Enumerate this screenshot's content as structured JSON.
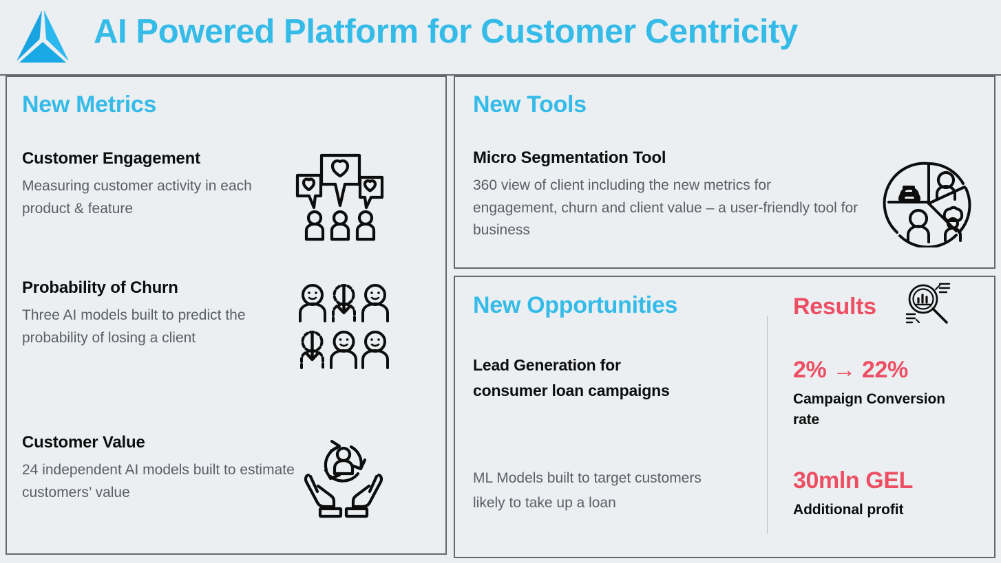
{
  "header": {
    "title": "AI Powered Platform for Customer Centricity",
    "logo_name": "tbc-triangle-logo",
    "accent_color": "#35bbe8",
    "rule_color": "#63686e"
  },
  "theme": {
    "background": "#eceff1",
    "accent_blue": "#35bbe8",
    "accent_pink": "#ec4f63",
    "body_text": "#595f66",
    "heading_text": "#0d0d0d",
    "border": "#63686e"
  },
  "panels": {
    "metrics": {
      "heading": "New Metrics",
      "items": [
        {
          "title": "Customer Engagement",
          "desc": "Measuring customer activity in each product & feature",
          "icon": "speech-bubbles-hearts-people-icon"
        },
        {
          "title": "Probability of Churn",
          "desc": "Three AI models built to predict the probability of losing a client",
          "icon": "people-grid-churn-arrows-icon"
        },
        {
          "title": "Customer Value",
          "desc": "24 independent AI models built to estimate customers’ value",
          "icon": "hands-holding-customer-cycle-icon"
        }
      ]
    },
    "tools": {
      "heading": "New Tools",
      "item": {
        "title": "Micro Segmentation Tool",
        "desc": "360 view of client including the new metrics for engagement, churn and client value – a user-friendly tool for business",
        "icon": "segmented-pie-people-icon"
      }
    },
    "opportunities": {
      "heading": "New Opportunities",
      "item": {
        "title": "Lead Generation for consumer loan campaigns",
        "desc": "ML Models built to target customers likely to take up a loan"
      }
    },
    "results": {
      "heading": "Results",
      "icon": "magnifier-bar-chart-icon",
      "items": [
        {
          "value": "2% → 22%",
          "label": "Campaign Conversion rate"
        },
        {
          "value": "30mln GEL",
          "label": "Additional profit"
        }
      ]
    }
  }
}
